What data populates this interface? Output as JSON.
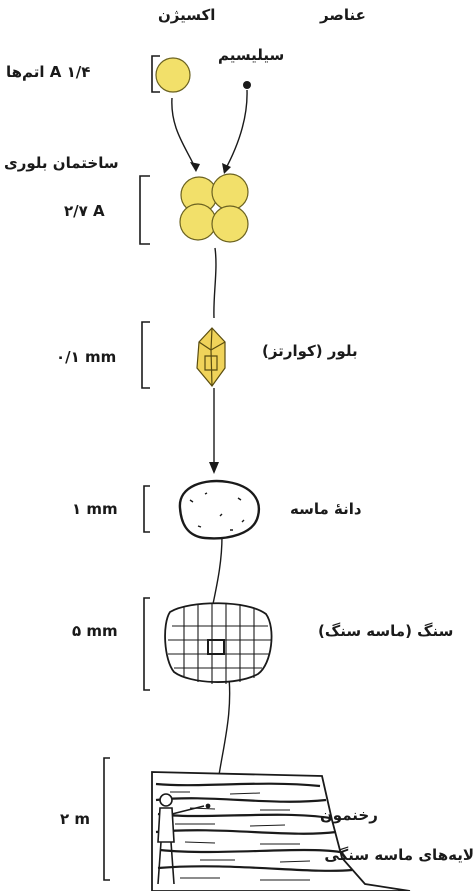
{
  "headers": {
    "elements": "عناصر",
    "oxygen": "اکسیژن",
    "silicon": "سیلیسیم"
  },
  "levels": [
    {
      "scale": "۱/۴ A اتم‌ها",
      "name": ""
    },
    {
      "scale": "۲/۷ A",
      "name": "ساختمان بلوری"
    },
    {
      "scale": "۰/۱ mm",
      "name": "بلور (کوارتز)"
    },
    {
      "scale": "۱ mm",
      "name": "دانهٔ ماسه"
    },
    {
      "scale": "۵ mm",
      "name": "سنگ (ماسه سنگ)"
    },
    {
      "scale": "۲ m",
      "name": "رخنمون"
    }
  ],
  "outcrop_caption": "لایه‌های ماسه سنگی",
  "colors": {
    "atom_fill": "#f2e06a",
    "atom_stroke": "#6b6220",
    "crystal_fill": "#f0d35a",
    "ink": "#1a1a1a"
  }
}
